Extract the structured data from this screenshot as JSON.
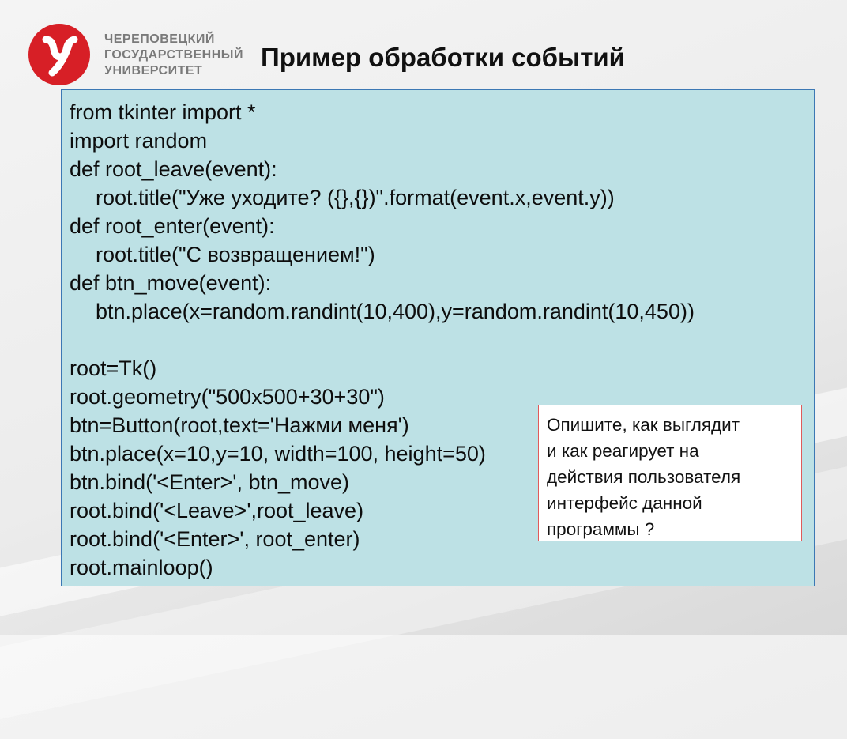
{
  "colors": {
    "logo_red": "#d71f26",
    "code_bg": "#bde1e5",
    "code_border": "#3c78b4",
    "question_border": "#e05a5a"
  },
  "header": {
    "logo_icon": "university-logo-icon",
    "org_lines": [
      "ЧЕРЕПОВЕЦКИЙ",
      "ГОСУДАРСТВЕННЫЙ",
      "УНИВЕРСИТЕТ"
    ],
    "title": "Пример обработки событий"
  },
  "code": {
    "lines": [
      "from tkinter import *",
      "import random",
      "def root_leave(event):",
      "root.title(\"Уже уходите? ({},{})\".format(event.x,event.y))",
      "def root_enter(event):",
      "root.title(\"С возвращением!\")",
      "def btn_move(event):",
      "btn.place(x=random.randint(10,400),y=random.randint(10,450))",
      "",
      "root=Tk()",
      "root.geometry(\"500x500+30+30\")",
      "btn=Button(root,text='Нажми меня')",
      "btn.place(x=10,y=10, width=100, height=50)",
      "btn.bind('<Enter>', btn_move)",
      "root.bind('<Leave>',root_leave)",
      "root.bind('<Enter>', root_enter)",
      "root.mainloop()"
    ]
  },
  "question": {
    "lines": [
      "Опишите, как выглядит",
      "и как реагирует на",
      "действия пользователя",
      "интерфейс данной",
      "программы ?"
    ]
  }
}
